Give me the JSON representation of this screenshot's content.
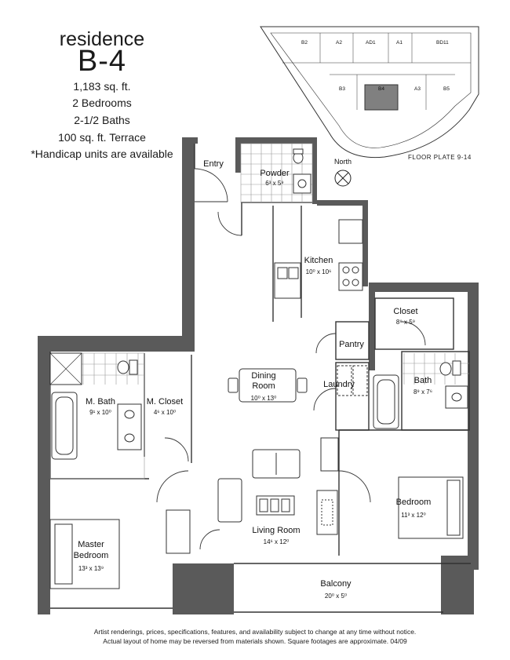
{
  "header": {
    "residence": "residence",
    "unit": "B-4",
    "specs": [
      "1,183 sq. ft.",
      "2 Bedrooms",
      "2-1/2 Baths",
      "100 sq. ft. Terrace",
      "*Handicap units are available"
    ]
  },
  "key_plan": {
    "label": "FLOOR PLATE 9-14",
    "units": [
      "B2",
      "A2",
      "AD1",
      "A1",
      "BD11",
      "B3",
      "B4",
      "A3",
      "B5"
    ],
    "highlight": "B4"
  },
  "north": "North",
  "rooms": {
    "entry": {
      "name": "Entry"
    },
    "powder": {
      "name": "Powder",
      "dim": "6³ x 5⁹"
    },
    "kitchen": {
      "name": "Kitchen",
      "dim": "10⁰ x 10⁶"
    },
    "closet": {
      "name": "Closet",
      "dim": "8⁹ x 5⁹"
    },
    "pantry": {
      "name": "Pantry"
    },
    "dining": {
      "name1": "Dining",
      "name2": "Room",
      "dim": "10⁰ x 13⁰"
    },
    "laundry": {
      "name": "Laundry"
    },
    "bath": {
      "name": "Bath",
      "dim": "8⁹ x 7⁶"
    },
    "mbath": {
      "name": "M. Bath",
      "dim": "9¹ x 10⁰"
    },
    "mcloset": {
      "name": "M. Closet",
      "dim": "4⁶ x 10⁰"
    },
    "living": {
      "name": "Living Room",
      "dim": "14⁶ x 12⁰"
    },
    "bedroom": {
      "name": "Bedroom",
      "dim": "11³ x 12⁰"
    },
    "master": {
      "name1": "Master",
      "name2": "Bedroom",
      "dim": "13³ x 13⁹"
    },
    "balcony": {
      "name": "Balcony",
      "dim": "20⁰ x 5⁰"
    }
  },
  "disclaimer": [
    "Artist renderings, prices, specifications, features, and availability subject to change at any time without notice.",
    "Actual layout of home may be reversed from materials shown.  Square footages are approximate. 04/09"
  ],
  "colors": {
    "wall": "#5a5a5a",
    "highlight": "#808080"
  }
}
